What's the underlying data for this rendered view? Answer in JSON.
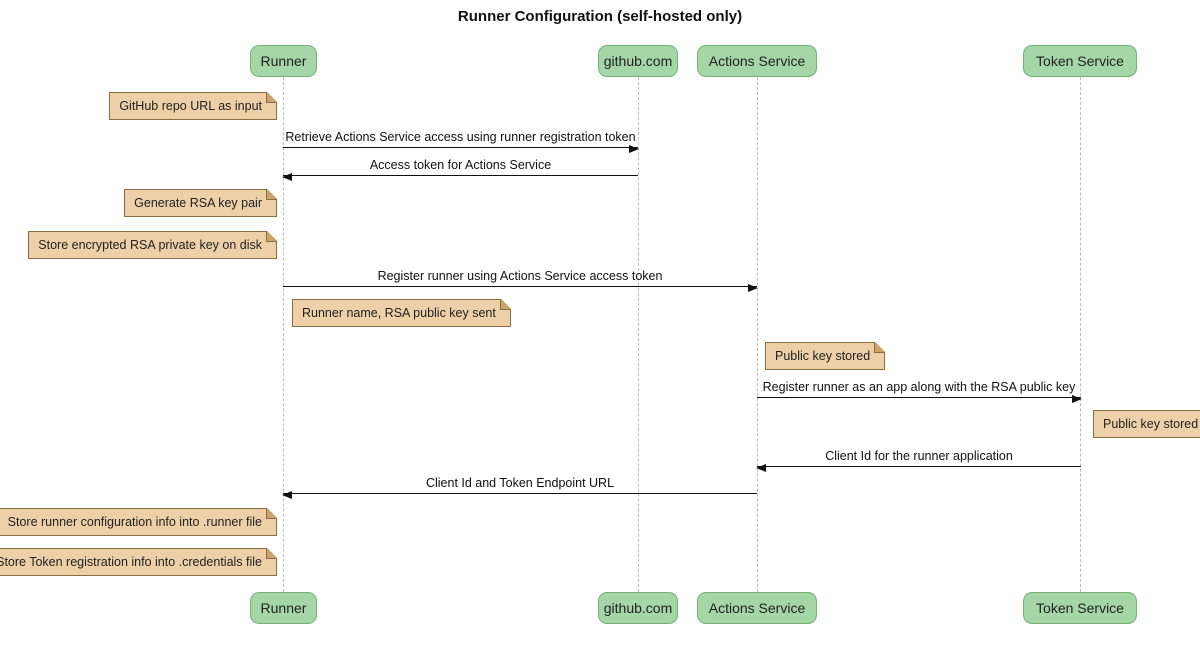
{
  "title": "Runner Configuration (self-hosted only)",
  "participants": [
    {
      "id": "runner",
      "label": "Runner"
    },
    {
      "id": "github",
      "label": "github.com"
    },
    {
      "id": "actions-service",
      "label": "Actions Service"
    },
    {
      "id": "token-service",
      "label": "Token Service"
    }
  ],
  "messages": [
    {
      "from": "Runner",
      "to": "github.com",
      "label": "Retrieve Actions Service access using runner registration token"
    },
    {
      "from": "github.com",
      "to": "Runner",
      "label": "Access token for Actions Service"
    },
    {
      "from": "Runner",
      "to": "Actions Service",
      "label": "Register runner using Actions Service access token"
    },
    {
      "from": "Actions Service",
      "to": "Token Service",
      "label": "Register runner as an app along with the RSA public key"
    },
    {
      "from": "Token Service",
      "to": "Actions Service",
      "label": "Client Id for the runner application"
    },
    {
      "from": "Actions Service",
      "to": "Runner",
      "label": "Client Id and Token Endpoint URL"
    }
  ],
  "notes": [
    {
      "anchor": "Runner",
      "side": "left",
      "text": "GitHub repo URL as input"
    },
    {
      "anchor": "Runner",
      "side": "left",
      "text": "Generate RSA key pair"
    },
    {
      "anchor": "Runner",
      "side": "left",
      "text": "Store encrypted RSA private key on disk"
    },
    {
      "anchor": "Runner",
      "side": "right",
      "text": "Runner name, RSA public key sent"
    },
    {
      "anchor": "Actions Service",
      "side": "right",
      "text": "Public key stored"
    },
    {
      "anchor": "Token Service",
      "side": "right",
      "text": "Public key stored"
    },
    {
      "anchor": "Runner",
      "side": "left",
      "text": "Store runner configuration info into .runner file"
    },
    {
      "anchor": "Runner",
      "side": "left",
      "text": "Store Token registration info into .credentials file"
    }
  ],
  "colors": {
    "background": "#FFFFFF",
    "participant_fill": "#A5D6A7",
    "participant_border": "#74B377",
    "note_fill": "#EDD0A8",
    "note_border": "#8B6F42",
    "note_fold": "#C9A568",
    "lifeline": "#BBBBBB",
    "arrow": "#111111",
    "text": "#1A1A1A"
  }
}
